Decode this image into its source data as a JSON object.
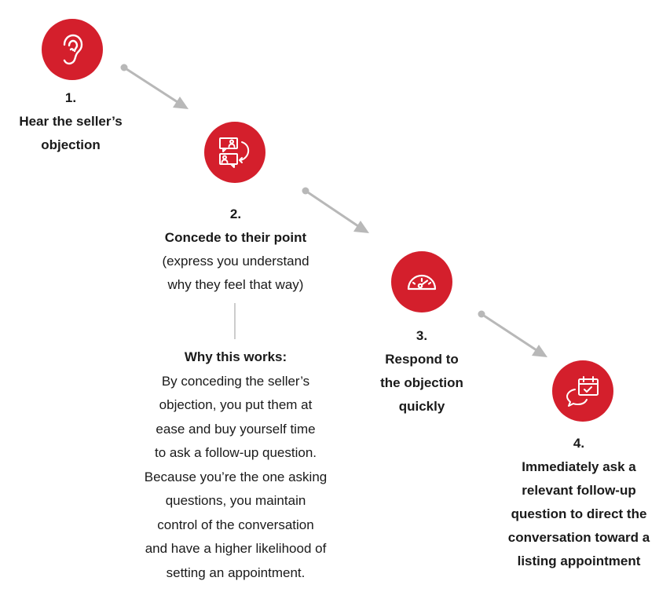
{
  "colors": {
    "accent": "#d41f2c",
    "arrow": "#b8b8b8",
    "text": "#1a1a1a"
  },
  "steps": [
    {
      "icon": "ear-icon",
      "number": "1.",
      "title_lines": [
        "Hear the seller’s",
        "objection"
      ],
      "sub_lines": []
    },
    {
      "icon": "conversation-icon",
      "number": "2.",
      "title_lines": [
        "Concede to their point"
      ],
      "sub_lines": [
        "(express you understand",
        "why they feel that way)"
      ]
    },
    {
      "icon": "speedometer-icon",
      "number": "3.",
      "title_lines": [
        "Respond to",
        "the objection",
        "quickly"
      ],
      "sub_lines": []
    },
    {
      "icon": "calendar-chat-icon",
      "number": "4.",
      "title_lines": [
        "Immediately ask a",
        "relevant follow-up",
        "question to direct the",
        "conversation toward a",
        "listing appointment"
      ],
      "sub_lines": []
    }
  ],
  "why": {
    "title": "Why this works:",
    "lines": [
      "By conceding the seller’s",
      "objection, you put them at",
      "ease and buy yourself time",
      "to ask a follow-up question.",
      "Because you’re the one asking",
      "questions, you maintain",
      "control of the conversation",
      "and have a higher likelihood of",
      "setting an appointment."
    ]
  }
}
